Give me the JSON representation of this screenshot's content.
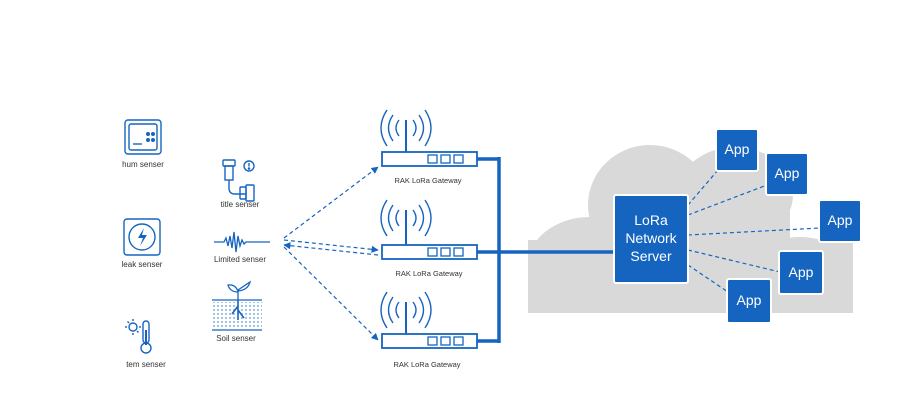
{
  "colors": {
    "primary": "#1565c0",
    "cloud": "#d9d9d9",
    "label": "#333333",
    "white": "#ffffff"
  },
  "sensors": {
    "hum": {
      "label": "hum senser",
      "icon": "humidity-panel-icon"
    },
    "leak": {
      "label": "leak senser",
      "icon": "leak-gauge-icon"
    },
    "tem": {
      "label": "tem senser",
      "icon": "thermometer-icon"
    },
    "title": {
      "label": "title senser",
      "icon": "pipe-valve-icon"
    },
    "limited": {
      "label": "Limited senser",
      "icon": "signal-wave-icon"
    },
    "soil": {
      "label": "Soil senser",
      "icon": "soil-plant-icon"
    }
  },
  "gateways": [
    {
      "label": "RAK LoRa Gateway"
    },
    {
      "label": "RAK LoRa Gateway"
    },
    {
      "label": "RAK LoRa Gateway"
    }
  ],
  "server": {
    "lines": [
      "LoRa",
      "Network",
      "Server"
    ]
  },
  "apps": [
    "App",
    "App",
    "App",
    "App",
    "App"
  ]
}
